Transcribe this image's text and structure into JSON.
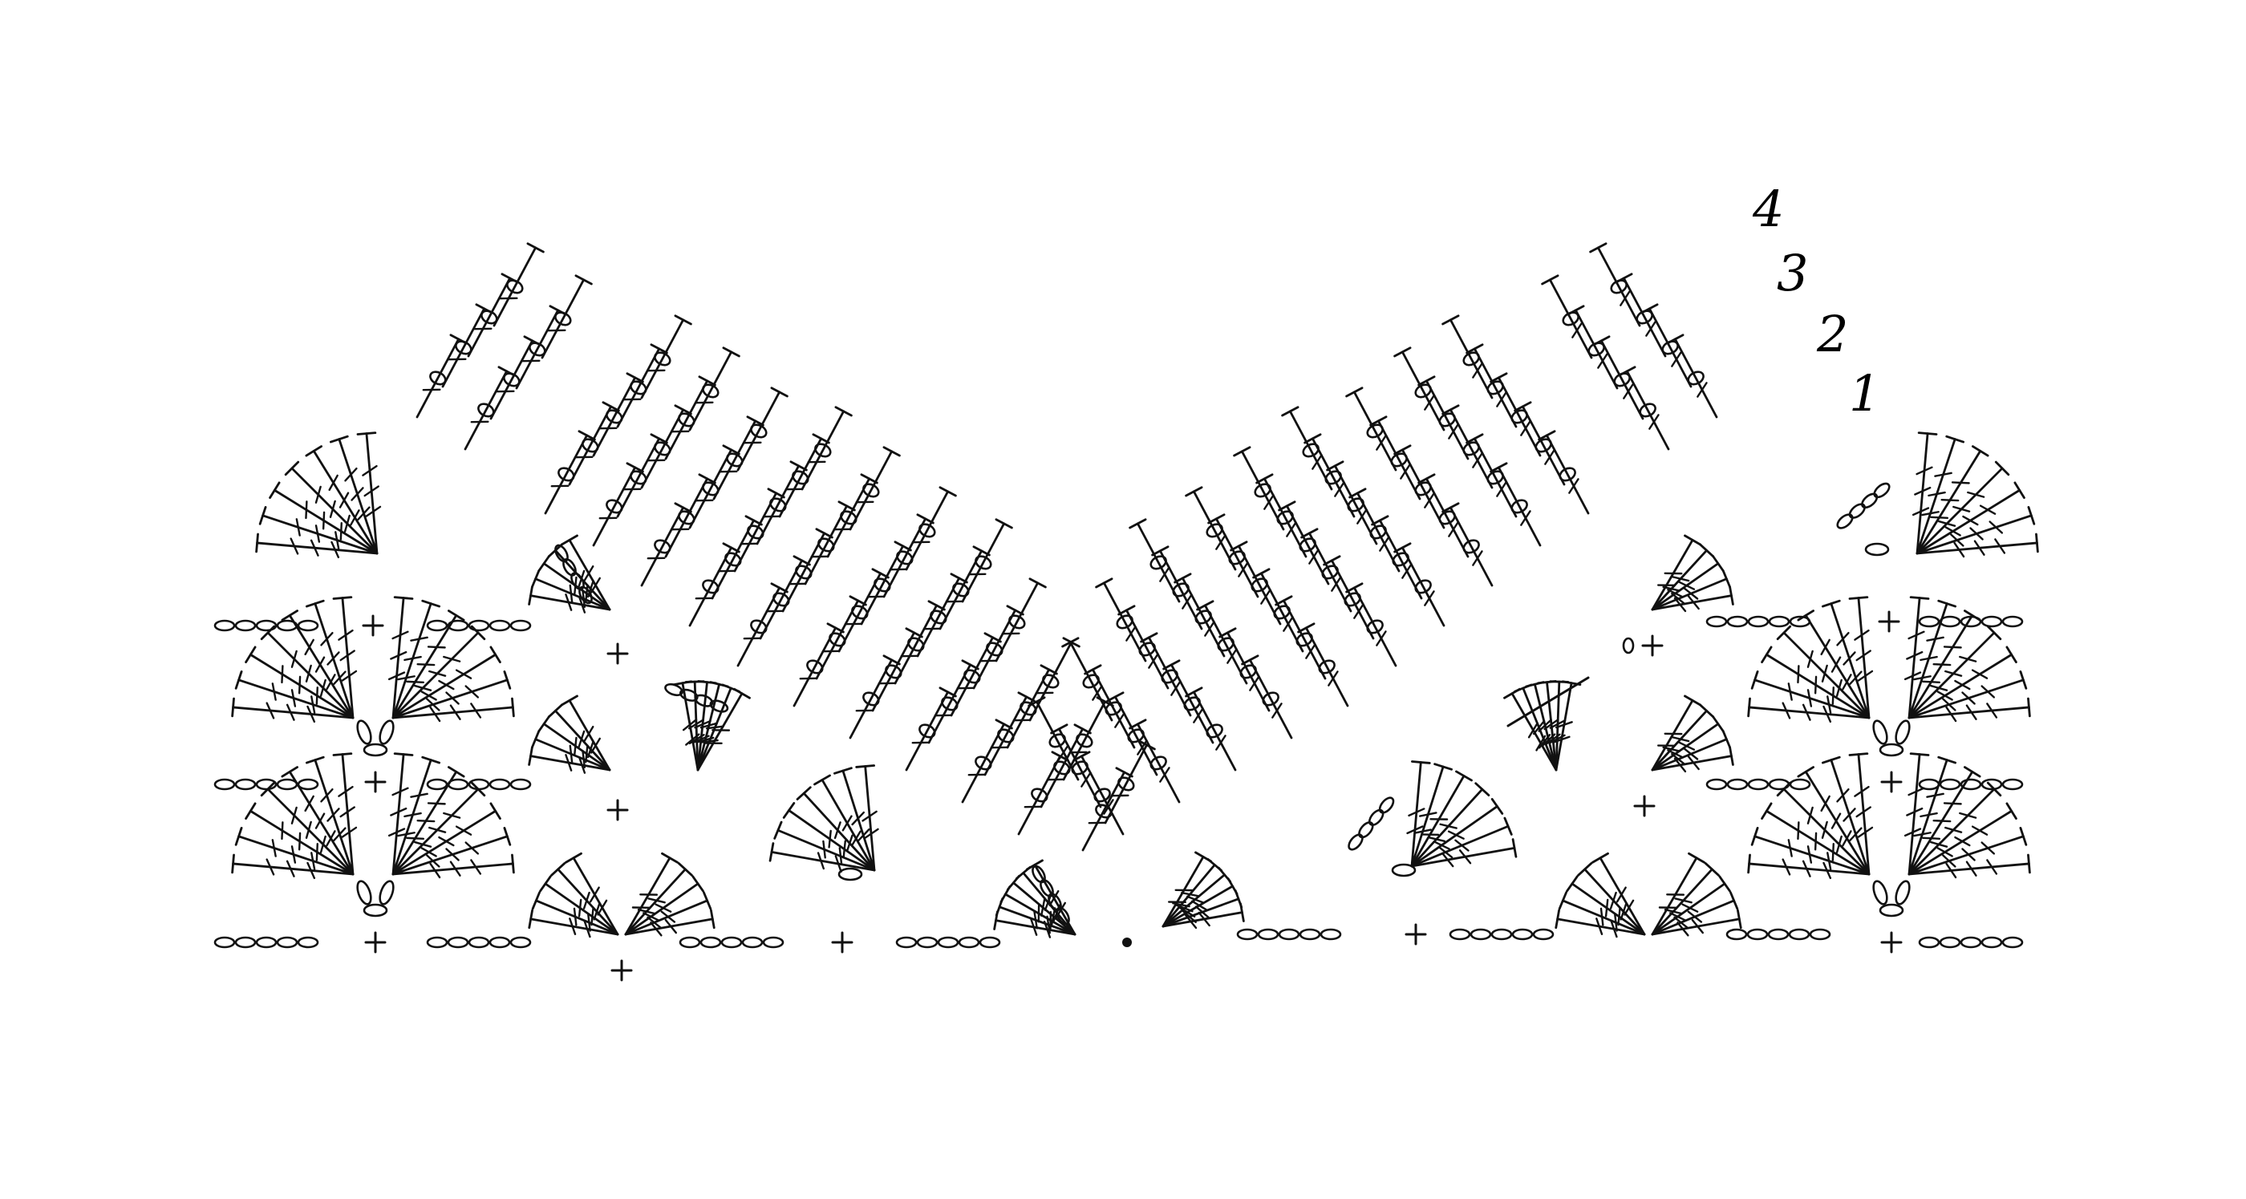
{
  "diagram": {
    "ink": "#111111",
    "background": "#ffffff",
    "row_labels": [
      "4",
      "3",
      "2",
      "1"
    ],
    "symbols": {
      "chain": "chain-stitch",
      "single_crochet": "single-crochet",
      "slip_stitch": "slip-stitch",
      "treble": "treble-crochet",
      "double_crochet": "double-crochet",
      "picot": "picot",
      "puff": "puff-stitch"
    }
  }
}
